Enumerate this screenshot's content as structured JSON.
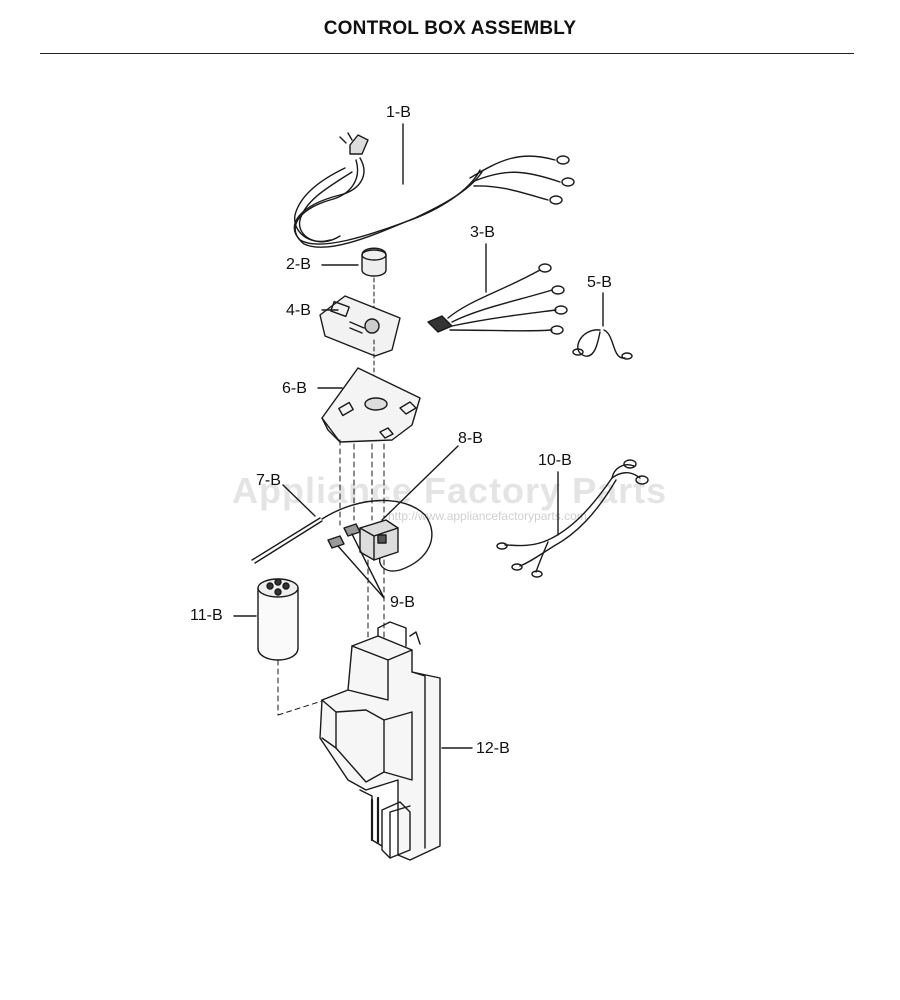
{
  "page": {
    "title": "CONTROL BOX ASSEMBLY"
  },
  "watermark": {
    "text": "Appliance Factory Parts",
    "url": "http://www.appliancefactoryparts.com"
  },
  "parts": [
    {
      "id": "1-B",
      "icon": "power-cord-icon"
    },
    {
      "id": "2-B",
      "icon": "knob-icon"
    },
    {
      "id": "3-B",
      "icon": "wire-harness-icon"
    },
    {
      "id": "4-B",
      "icon": "control-board-icon"
    },
    {
      "id": "5-B",
      "icon": "jumper-wire-icon"
    },
    {
      "id": "6-B",
      "icon": "cover-plate-icon"
    },
    {
      "id": "7-B",
      "icon": "thermistor-icon"
    },
    {
      "id": "8-B",
      "icon": "relay-icon"
    },
    {
      "id": "9-B",
      "icon": "terminal-icon"
    },
    {
      "id": "10-B",
      "icon": "wire-harness-icon"
    },
    {
      "id": "11-B",
      "icon": "capacitor-icon"
    },
    {
      "id": "12-B",
      "icon": "control-box-icon"
    }
  ],
  "colors": {
    "line": "#1a1a1a",
    "watermark": "#e4e4e4"
  }
}
